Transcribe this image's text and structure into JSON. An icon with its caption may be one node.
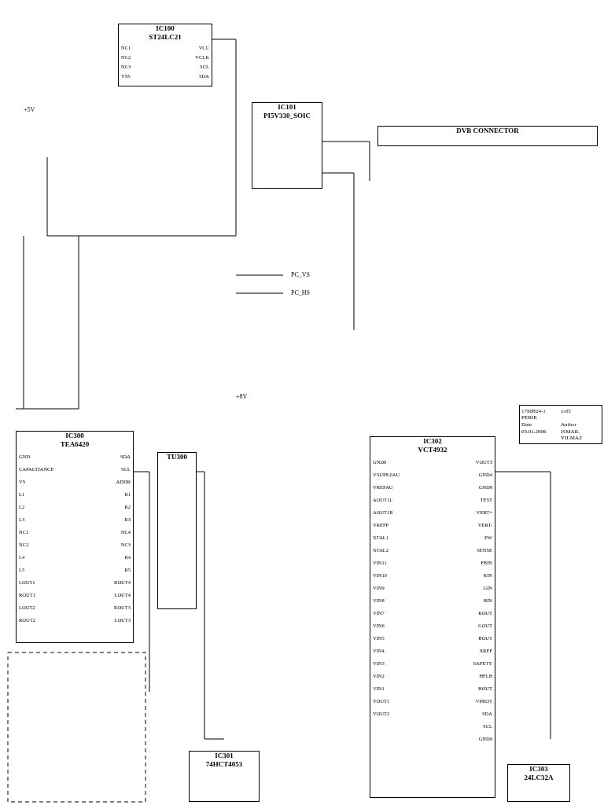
{
  "diagram": {
    "nodes": [
      {
        "text": [
          "IC100",
          "ST24LC21",
          "NC1",
          "NC2",
          "NC3",
          "VSS",
          "VCC",
          "VCLK",
          "SCL",
          "SDA"
        ]
      },
      {
        "text": [
          "IC101",
          "PI5V330_SOIC"
        ]
      },
      {
        "text": [
          "DVB CONNECTOR"
        ]
      },
      {
        "text": [
          "IC300",
          "TEA6420",
          "GND",
          "CAPACITANCE",
          "VS",
          "L1",
          "L2",
          "L3",
          "NC1",
          "NC2",
          "L4",
          "L5",
          "LOUT1",
          "ROUT1",
          "LOUT2",
          "ROUT2",
          "SDA",
          "SCL",
          "ADDR",
          "R1",
          "R2",
          "R3",
          "NC4",
          "NC3",
          "R4",
          "R5",
          "ROUT4",
          "LOUT4",
          "ROUT3",
          "LOUT3"
        ]
      },
      {
        "text": [
          "TU300"
        ]
      },
      {
        "text": [
          "IC302",
          "VCT4932",
          "GND6",
          "VSUP8.0AU",
          "VREFAU",
          "AOUT1L",
          "AOUT1R",
          "VREFP",
          "XTAL1",
          "XTAL2",
          "VIN11",
          "VIN10",
          "VIN9",
          "VIN8",
          "VIN7",
          "VIN6",
          "VIN5",
          "VIN4",
          "VIN3",
          "VIN2",
          "VIN1",
          "VOUT1",
          "VOUT2",
          "VOUT3",
          "GND4",
          "GND8",
          "TEST",
          "VERT+",
          "VERT-",
          "EW",
          "SENSE",
          "FBIN",
          "RIN",
          "GIN",
          "BIN",
          "ROUT",
          "GOUT",
          "BOUT",
          "XREF",
          "SAFETY",
          "HFLB",
          "HOUT",
          "VPROT",
          "SDA",
          "SCL",
          "GND9"
        ]
      },
      {
        "text": [
          "IC301",
          "74HCT4053"
        ]
      },
      {
        "text": [
          "IC303",
          "24LC32A"
        ]
      },
      {
        "text": [
          "17MB24-1 PERIP.",
          "1of5",
          "Date",
          "Author",
          "03.01.2006",
          "ISMAIL YILMAZ"
        ]
      }
    ],
    "labels": [
      "PC_VS",
      "PC_HS",
      "+5V",
      "+8V"
    ]
  }
}
